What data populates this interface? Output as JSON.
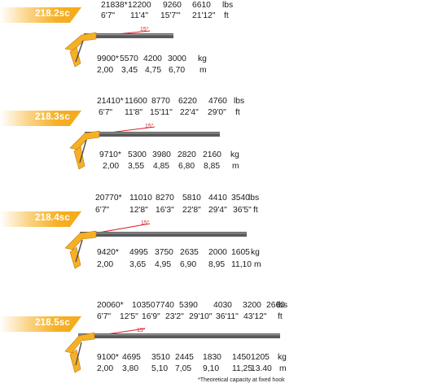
{
  "colors": {
    "accent": "#f7b024",
    "angle_line": "#d2232a",
    "boom": "#555555"
  },
  "note": "*Theoretical capacity at fixed hook",
  "configs": [
    {
      "model": "218.2sc",
      "angle": "15°",
      "lbs": [
        "21838*",
        "12200",
        "9260",
        "6610"
      ],
      "lbs_unit": "lbs",
      "ft": [
        "6'7\"",
        "11'4\"",
        "15'7\"'",
        "21'12\""
      ],
      "ft_unit": "ft",
      "kg": [
        "9900*",
        "5570",
        "4200",
        "3000"
      ],
      "kg_unit": "kg",
      "m": [
        "2,00",
        "3,45",
        "4,75",
        "6,70"
      ],
      "m_unit": "m"
    },
    {
      "model": "218.3sc",
      "angle": "15°",
      "lbs": [
        "21410*",
        "11600",
        "8770",
        "6220",
        "4760"
      ],
      "lbs_unit": "lbs",
      "ft": [
        "6'7\"",
        "11'8\"",
        "15'11\"",
        "22'4\"",
        "29'0\""
      ],
      "ft_unit": "ft",
      "kg": [
        "9710*",
        "5300",
        "3980",
        "2820",
        "2160"
      ],
      "kg_unit": "kg",
      "m": [
        "2,00",
        "3,55",
        "4,85",
        "6,80",
        "8,85"
      ],
      "m_unit": "m"
    },
    {
      "model": "218.4sc",
      "angle": "15°",
      "lbs": [
        "20770*",
        "11010",
        "8270",
        "5810",
        "4410",
        "3540"
      ],
      "lbs_unit": "lbs",
      "ft": [
        "6'7\"",
        "12'8\"",
        "16'3\"",
        "22'8\"",
        "29'4\"",
        "36'5\""
      ],
      "ft_unit": "ft",
      "kg": [
        "9420*",
        "4995",
        "3750",
        "2635",
        "2000",
        "1605"
      ],
      "kg_unit": "kg",
      "m": [
        "2,00",
        "3,65",
        "4,95",
        "6,90",
        "8,95",
        "11,10"
      ],
      "m_unit": "m"
    },
    {
      "model": "218.5sc",
      "angle": "15°",
      "lbs": [
        "20060*",
        "10350",
        "7740",
        "5390",
        "4030",
        "3200",
        "2660"
      ],
      "lbs_unit": "lbs",
      "ft": [
        "6'7\"",
        "12'5\"",
        "16'9\"",
        "23'2\"",
        "29'10\"",
        "36'11\"",
        "43'12\""
      ],
      "ft_unit": "ft",
      "kg": [
        "9100*",
        "4695",
        "3510",
        "2445",
        "1830",
        "1450",
        "1205"
      ],
      "kg_unit": "kg",
      "m": [
        "2,00",
        "3,80",
        "5,10",
        "7,05",
        "9,10",
        "11,25",
        "13.40"
      ],
      "m_unit": "m"
    }
  ]
}
